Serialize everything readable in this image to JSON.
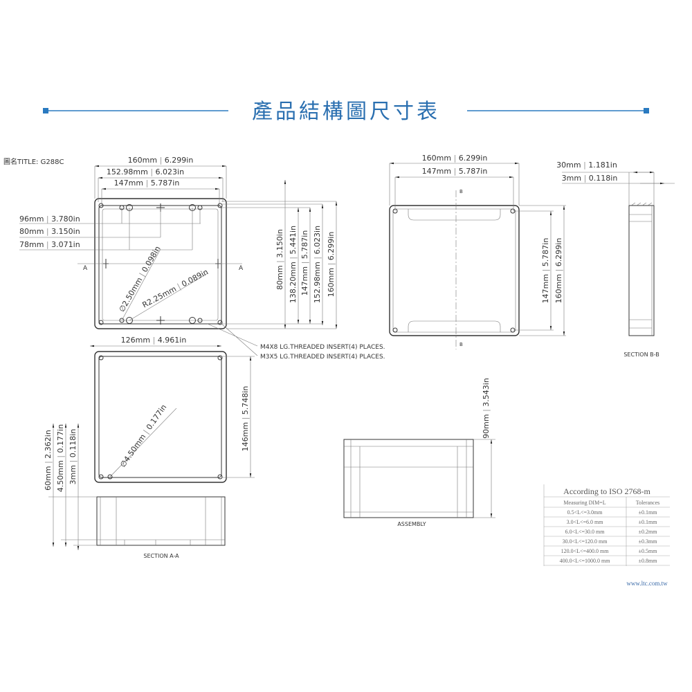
{
  "header": {
    "title": "產品結構圖尺寸表",
    "accent": "#2a7ac0"
  },
  "drawing_title": "圖名TITLE: G288C",
  "top_view": {
    "dims": [
      {
        "mm": "160mm",
        "in": "6.299in"
      },
      {
        "mm": "152.98mm",
        "in": "6.023in"
      },
      {
        "mm": "147mm",
        "in": "5.787in"
      },
      {
        "mm": "96mm",
        "in": "3.780in"
      },
      {
        "mm": "80mm",
        "in": "3.150in"
      },
      {
        "mm": "78mm",
        "in": "3.071in"
      },
      {
        "mm": "∅2.50mm",
        "in": "0.098in"
      },
      {
        "mm": "R2.25mm",
        "in": "0.089in"
      },
      {
        "mm": "80mm",
        "in": "3.150in"
      },
      {
        "mm": "138.20mm",
        "in": "5.441in"
      },
      {
        "mm": "147mm",
        "in": "5.787in"
      },
      {
        "mm": "152.98mm",
        "in": "6.023in"
      },
      {
        "mm": "160mm",
        "in": "6.299in"
      }
    ],
    "section_marks": [
      "A",
      "A"
    ],
    "notes": [
      "M4X8 LG.THREADED INSERT(4) PLACES.",
      "M3X5 LG.THREADED INSERT(4) PLACES."
    ]
  },
  "bottom_view": {
    "dims": [
      {
        "mm": "126mm",
        "in": "4.961in"
      },
      {
        "mm": "146mm",
        "in": "5.748in"
      },
      {
        "mm": "∅4.50mm",
        "in": "0.177in"
      },
      {
        "mm": "60mm",
        "in": "2.362in"
      },
      {
        "mm": "4.50mm",
        "in": "0.177in"
      },
      {
        "mm": "3mm",
        "in": "0.118in"
      }
    ],
    "section_label": "SECTION A-A"
  },
  "right_view": {
    "dims": [
      {
        "mm": "160mm",
        "in": "6.299in"
      },
      {
        "mm": "147mm",
        "in": "5.787in"
      },
      {
        "mm": "147mm",
        "in": "5.787in"
      },
      {
        "mm": "160mm",
        "in": "6.299in"
      }
    ],
    "section_marks": [
      "B",
      "B"
    ]
  },
  "side_view": {
    "dims": [
      {
        "mm": "30mm",
        "in": "1.181in"
      },
      {
        "mm": "3mm",
        "in": "0.118in"
      }
    ],
    "section_label": "SECTION B-B"
  },
  "assembly": {
    "dims": [
      {
        "mm": "90mm",
        "in": "3.543in"
      }
    ],
    "label": "ASSEMBLY"
  },
  "tolerance_table": {
    "title": "According to ISO 2768-m",
    "headers": [
      "Measuring  DIM=L",
      "Tolerances"
    ],
    "rows": [
      [
        "0.5<L<=3.0mm",
        "±0.1mm"
      ],
      [
        "3.0<L<=6.0 mm",
        "±0.1mm"
      ],
      [
        "6.0<L<=30.0 mm",
        "±0.2mm"
      ],
      [
        "30.0<L<=120.0 mm",
        "±0.3mm"
      ],
      [
        "120.0<L<=400.0 mm",
        "±0.5mm"
      ],
      [
        "400.0<L<=1000.0 mm",
        "±0.8mm"
      ]
    ]
  },
  "website": "www.ltc.com.tw"
}
